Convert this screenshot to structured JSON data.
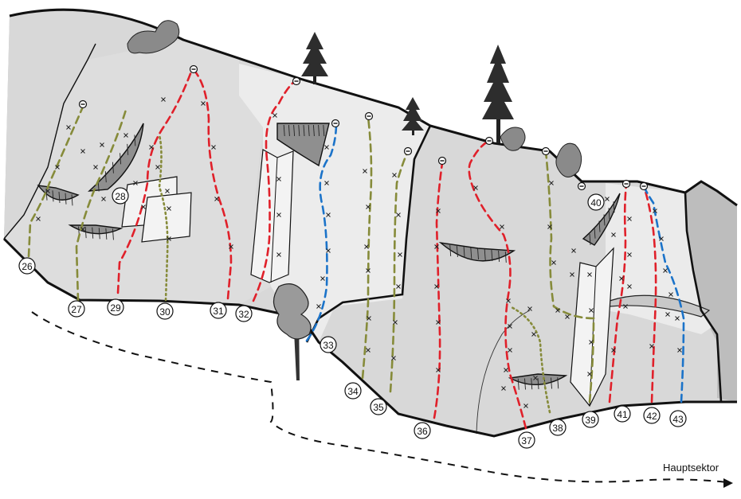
{
  "route_numbers": [
    "26",
    "27",
    "28",
    "29",
    "30",
    "31",
    "32",
    "33",
    "34",
    "35",
    "36",
    "37",
    "38",
    "39",
    "40",
    "41",
    "42",
    "43"
  ],
  "path_label": "Hauptsektor",
  "colors": {
    "rock_light": "#e6e6e6",
    "rock_mid": "#d4d4d4",
    "rock_dark": "#bdbdbd",
    "route_red": "#e0202a",
    "route_olive": "#868b3a",
    "route_blue": "#1b73c9",
    "tree": "#2d2d2d",
    "bush": "#8a8a8a"
  }
}
